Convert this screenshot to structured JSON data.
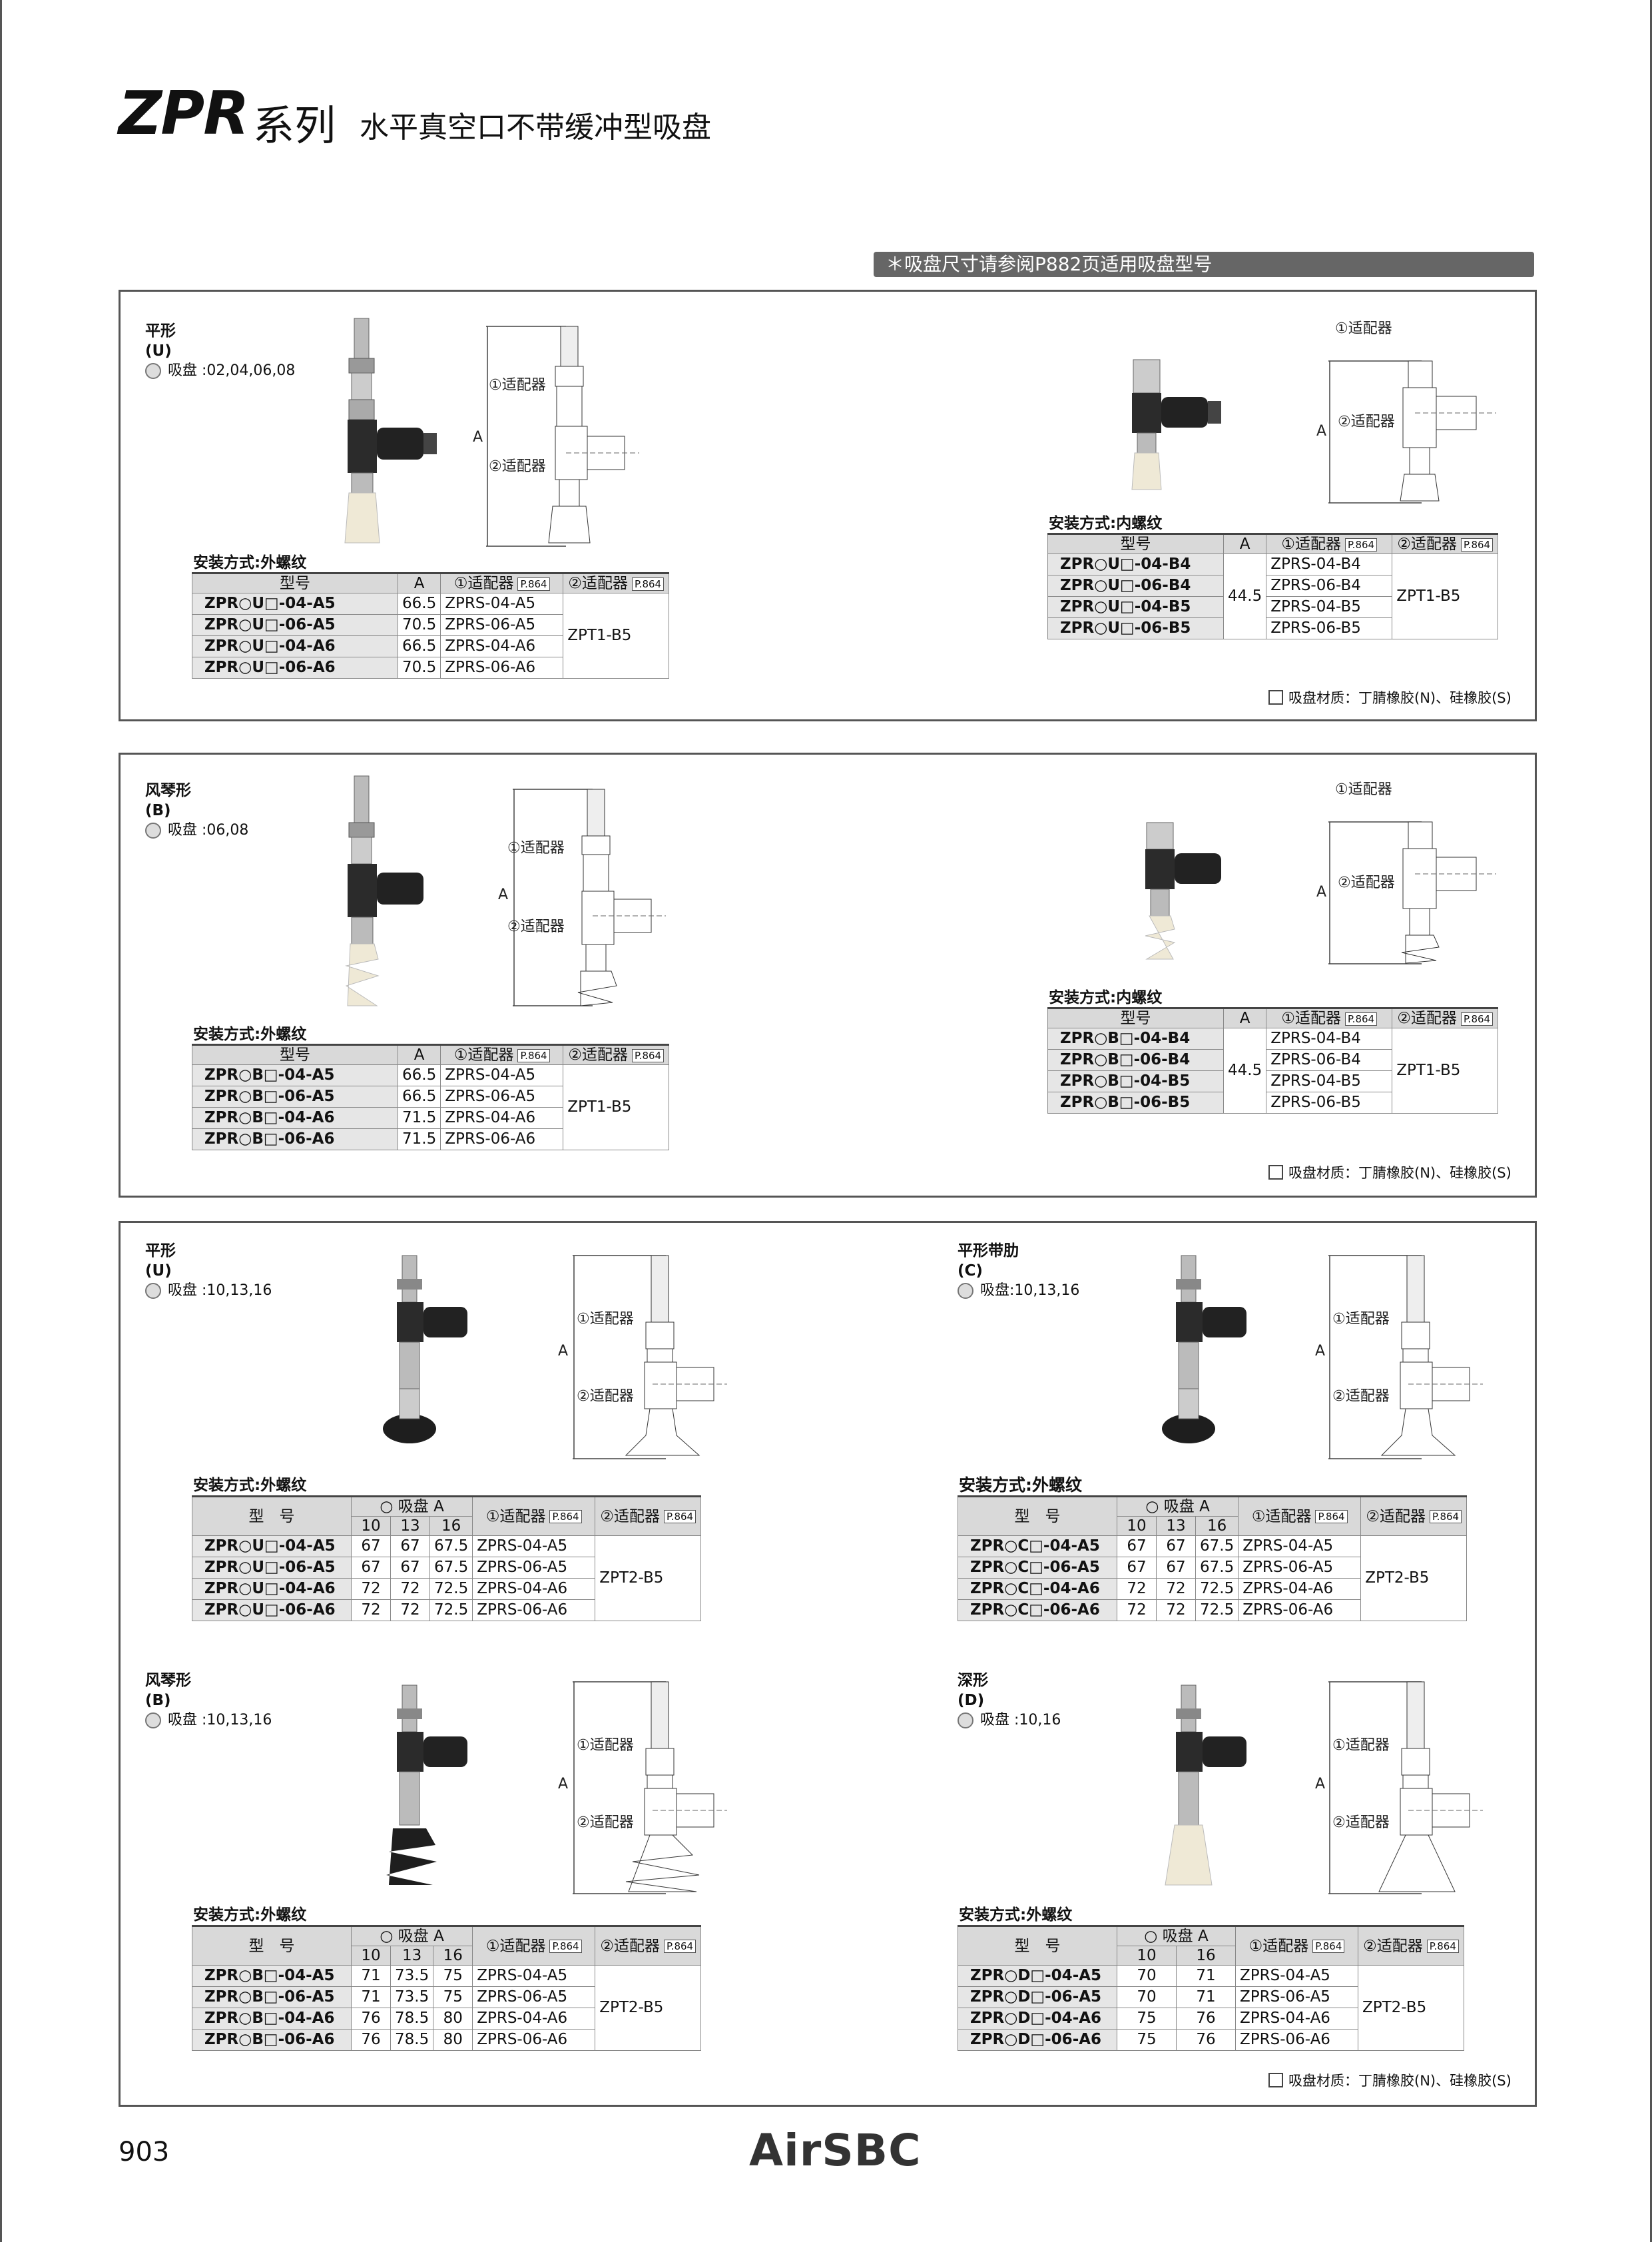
{
  "header": {
    "title_model": "ZPR",
    "title_series": "系列",
    "title_desc": "水平真空口不带缓冲型吸盘"
  },
  "note": "＊吸盘尺寸请参阅P882页适用吸盘型号",
  "labels": {
    "adapter1": "①适配器",
    "adapter2": "②适配器",
    "dim_a": "A",
    "page_ref": "P.864"
  },
  "material": "吸盘材质：丁腈橡胶(N)、硅橡胶(S)",
  "panel1": {
    "cat_name": "平形",
    "cat_code": "(U)",
    "cup": "吸盘 :02,04,06,08",
    "left": {
      "mount": "安装方式:外螺纹",
      "headers": [
        "型号",
        "A",
        "①适配器",
        "②适配器"
      ],
      "models": [
        "ZPR○U□-04-A5",
        "ZPR○U□-06-A5",
        "ZPR○U□-04-A6",
        "ZPR○U□-06-A6"
      ],
      "a": [
        "66.5",
        "70.5",
        "66.5",
        "70.5"
      ],
      "adapter1": [
        "ZPRS-04-A5",
        "ZPRS-06-A5",
        "ZPRS-04-A6",
        "ZPRS-06-A6"
      ],
      "adapter2": "ZPT1-B5"
    },
    "right": {
      "mount": "安装方式:内螺纹",
      "headers": [
        "型号",
        "A",
        "①适配器",
        "②适配器"
      ],
      "models": [
        "ZPR○U□-04-B4",
        "ZPR○U□-06-B4",
        "ZPR○U□-04-B5",
        "ZPR○U□-06-B5"
      ],
      "a": "44.5",
      "adapter1": [
        "ZPRS-04-B4",
        "ZPRS-06-B4",
        "ZPRS-04-B5",
        "ZPRS-06-B5"
      ],
      "adapter2": "ZPT1-B5"
    }
  },
  "panel2": {
    "cat_name": "风琴形",
    "cat_code": "(B)",
    "cup": "吸盘 :06,08",
    "left": {
      "mount": "安装方式:外螺纹",
      "headers": [
        "型号",
        "A",
        "①适配器",
        "②适配器"
      ],
      "models": [
        "ZPR○B□-04-A5",
        "ZPR○B□-06-A5",
        "ZPR○B□-04-A6",
        "ZPR○B□-06-A6"
      ],
      "a": [
        "66.5",
        "66.5",
        "71.5",
        "71.5"
      ],
      "adapter1": [
        "ZPRS-04-A5",
        "ZPRS-06-A5",
        "ZPRS-04-A6",
        "ZPRS-06-A6"
      ],
      "adapter2": "ZPT1-B5"
    },
    "right": {
      "mount": "安装方式:内螺纹",
      "headers": [
        "型号",
        "A",
        "①适配器",
        "②适配器"
      ],
      "models": [
        "ZPR○B□-04-B4",
        "ZPR○B□-06-B4",
        "ZPR○B□-04-B5",
        "ZPR○B□-06-B5"
      ],
      "a": "44.5",
      "adapter1": [
        "ZPRS-04-B4",
        "ZPRS-06-B4",
        "ZPRS-04-B5",
        "ZPRS-06-B5"
      ],
      "adapter2": "ZPT1-B5"
    }
  },
  "panel3": {
    "u": {
      "cat_name": "平形",
      "cat_code": "(U)",
      "cup": "吸盘 :10,13,16",
      "mount": "安装方式:外螺纹",
      "h_model": "型　号",
      "h_cupA": "○ 吸盘 A",
      "sizes": [
        "10",
        "13",
        "16"
      ],
      "models": [
        "ZPR○U□-04-A5",
        "ZPR○U□-06-A5",
        "ZPR○U□-04-A6",
        "ZPR○U□-06-A6"
      ],
      "a": [
        [
          "67",
          "67",
          "67.5"
        ],
        [
          "67",
          "67",
          "67.5"
        ],
        [
          "72",
          "72",
          "72.5"
        ],
        [
          "72",
          "72",
          "72.5"
        ]
      ],
      "adapter1": [
        "ZPRS-04-A5",
        "ZPRS-06-A5",
        "ZPRS-04-A6",
        "ZPRS-06-A6"
      ],
      "adapter2": "ZPT2-B5"
    },
    "c": {
      "cat_name": "平形带肋",
      "cat_code": "(C)",
      "cup": "吸盘:10,13,16",
      "mount": "安装方式:外螺纹",
      "h_model": "型　号",
      "h_cupA": "○ 吸盘 A",
      "sizes": [
        "10",
        "13",
        "16"
      ],
      "models": [
        "ZPR○C□-04-A5",
        "ZPR○C□-06-A5",
        "ZPR○C□-04-A6",
        "ZPR○C□-06-A6"
      ],
      "a": [
        [
          "67",
          "67",
          "67.5"
        ],
        [
          "67",
          "67",
          "67.5"
        ],
        [
          "72",
          "72",
          "72.5"
        ],
        [
          "72",
          "72",
          "72.5"
        ]
      ],
      "adapter1": [
        "ZPRS-04-A5",
        "ZPRS-06-A5",
        "ZPRS-04-A6",
        "ZPRS-06-A6"
      ],
      "adapter2": "ZPT2-B5"
    },
    "b": {
      "cat_name": "风琴形",
      "cat_code": "(B)",
      "cup": "吸盘 :10,13,16",
      "mount": "安装方式:外螺纹",
      "h_model": "型　号",
      "h_cupA": "○ 吸盘 A",
      "sizes": [
        "10",
        "13",
        "16"
      ],
      "models": [
        "ZPR○B□-04-A5",
        "ZPR○B□-06-A5",
        "ZPR○B□-04-A6",
        "ZPR○B□-06-A6"
      ],
      "a": [
        [
          "71",
          "73.5",
          "75"
        ],
        [
          "71",
          "73.5",
          "75"
        ],
        [
          "76",
          "78.5",
          "80"
        ],
        [
          "76",
          "78.5",
          "80"
        ]
      ],
      "adapter1": [
        "ZPRS-04-A5",
        "ZPRS-06-A5",
        "ZPRS-04-A6",
        "ZPRS-06-A6"
      ],
      "adapter2": "ZPT2-B5"
    },
    "d": {
      "cat_name": "深形",
      "cat_code": "(D)",
      "cup": "吸盘 :10,16",
      "mount": "安装方式:外螺纹",
      "h_model": "型　号",
      "h_cupA": "○ 吸盘 A",
      "sizes": [
        "10",
        "16"
      ],
      "models": [
        "ZPR○D□-04-A5",
        "ZPR○D□-06-A5",
        "ZPR○D□-04-A6",
        "ZPR○D□-06-A6"
      ],
      "a": [
        [
          "70",
          "71"
        ],
        [
          "70",
          "71"
        ],
        [
          "75",
          "76"
        ],
        [
          "75",
          "76"
        ]
      ],
      "adapter1": [
        "ZPRS-04-A5",
        "ZPRS-06-A5",
        "ZPRS-04-A6",
        "ZPRS-06-A6"
      ],
      "adapter2": "ZPT2-B5"
    }
  },
  "footer": {
    "page_number": "903",
    "logo": "AirSBC"
  }
}
